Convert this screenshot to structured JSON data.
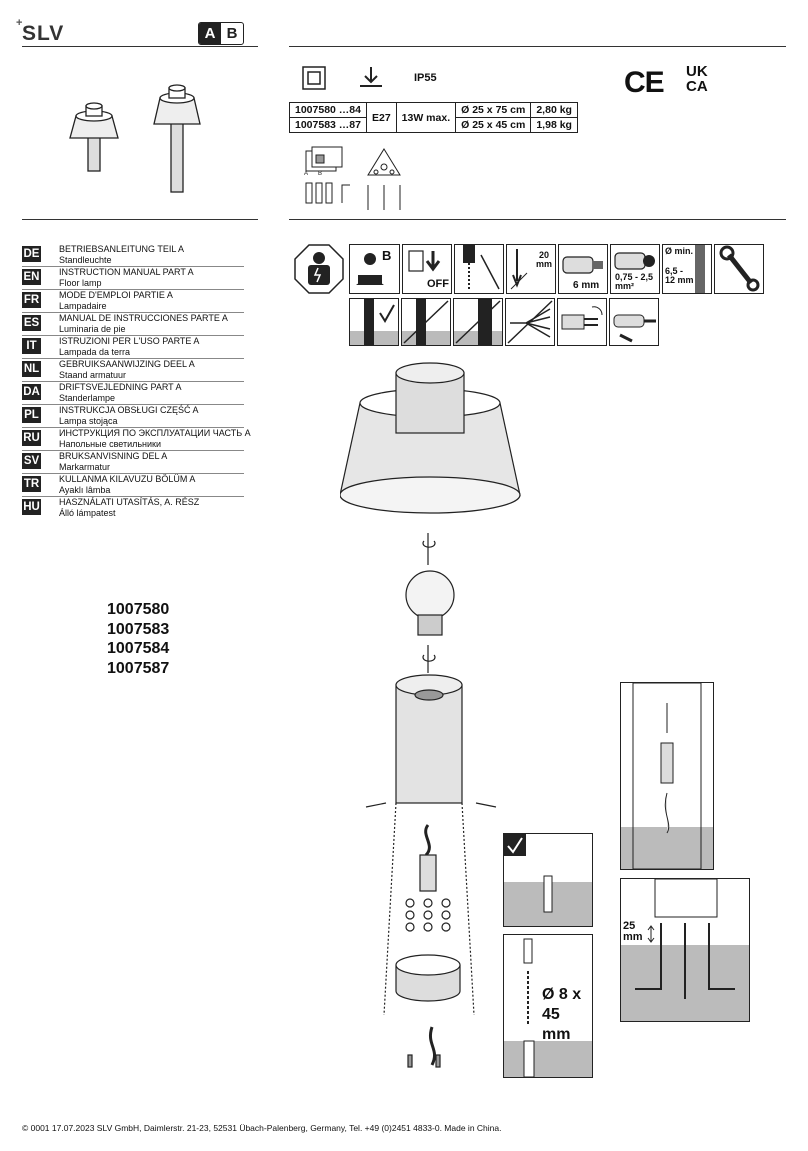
{
  "brand": {
    "name": "SLV",
    "parts": [
      "A",
      "B"
    ]
  },
  "specs": {
    "ip": "IP55",
    "rows": [
      {
        "article": "1007580 …84",
        "socket": "E27",
        "power": "13W max.",
        "size": "Ø 25 x 75 cm",
        "weight": "2,80 kg"
      },
      {
        "article": "1007583 …87",
        "socket": "E27",
        "power": "13W max.",
        "size": "Ø 25 x 45 cm",
        "weight": "1,98 kg"
      }
    ],
    "marks": [
      "CE",
      "UK",
      "CA"
    ]
  },
  "languages": [
    {
      "code": "DE",
      "title": "BETRIEBSANLEITUNG TEIL A",
      "sub": "Standleuchte"
    },
    {
      "code": "EN",
      "title": "INSTRUCTION MANUAL PART A",
      "sub": "Floor lamp"
    },
    {
      "code": "FR",
      "title": "MODE D'EMPLOI PARTIE A",
      "sub": "Lampadaire"
    },
    {
      "code": "ES",
      "title": "MANUAL DE INSTRUCCIONES PARTE A",
      "sub": "Luminaria de pie"
    },
    {
      "code": "IT",
      "title": "ISTRUZIONI PER L'USO PARTE A",
      "sub": "Lampada da terra"
    },
    {
      "code": "NL",
      "title": "GEBRUIKSAANWIJZING DEEL A",
      "sub": "Staand armatuur"
    },
    {
      "code": "DA",
      "title": "DRIFTSVEJLEDNING PART A",
      "sub": "Standerlampe"
    },
    {
      "code": "PL",
      "title": "INSTRUKCJA OBSŁUGI CZĘŚĆ A",
      "sub": "Lampa stojąca"
    },
    {
      "code": "RU",
      "title": "ИНСТРУКЦИЯ ПО ЭКСПЛУАТАЦИИ ЧАСТЬ А",
      "sub": "Напольные светильники"
    },
    {
      "code": "SV",
      "title": "BRUKSANVISNING DEL A",
      "sub": "Markarmatur"
    },
    {
      "code": "TR",
      "title": "KULLANMA KILAVUZU BÖLÜM A",
      "sub": "Ayaklı lâmba"
    },
    {
      "code": "HU",
      "title": "HASZNÁLATI UTASÍTÁS, A. RÉSZ",
      "sub": "Álló lámpatest"
    }
  ],
  "articles": [
    "1007580",
    "1007583",
    "1007584",
    "1007587"
  ],
  "icons": {
    "b_label": "B",
    "off_label": "OFF",
    "depth": "20 mm",
    "strip": "6 mm",
    "cross_section": "0,75 - 2,5 mm²",
    "cable_dia_label": "Ø min.",
    "cable_dia": "6,5 - 12 mm"
  },
  "install": {
    "drill": "Ø 8 x 45 mm",
    "depth": "25 mm"
  },
  "footer": "© 0001   17.07.2023 SLV GmbH, Daimlerstr. 21-23, 52531 Übach-Palenberg, Germany, Tel. +49 (0)2451 4833-0. Made in China."
}
